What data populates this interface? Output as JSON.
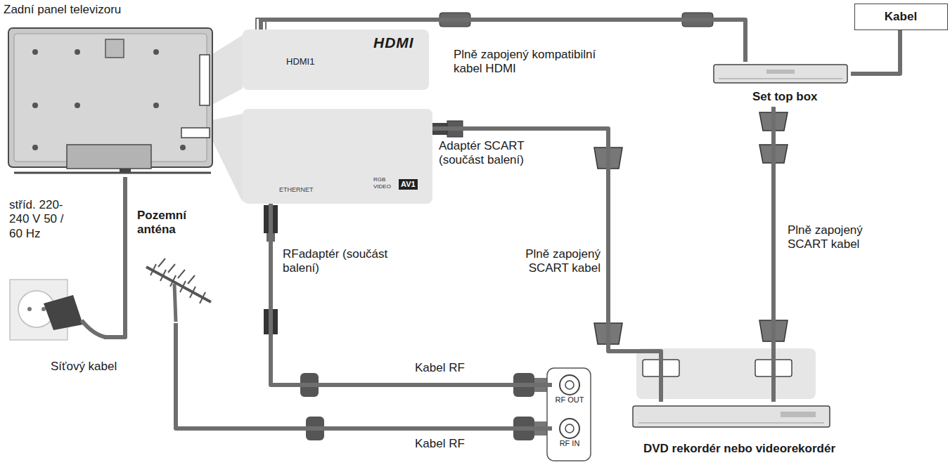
{
  "diagram": {
    "nodes": [
      {
        "text": [
          "Zadní panel televizoru"
        ]
      },
      {
        "text": [
          "HDMI",
          "HDMI1"
        ]
      },
      {
        "text": [
          "ETHERNET",
          "RGB VIDEO",
          "AV1"
        ]
      },
      {
        "text": [
          "Kabel"
        ]
      },
      {
        "text": [
          "Set top box"
        ]
      },
      {
        "text": [
          "stříd. 220-240 V 50 / 60 Hz"
        ]
      },
      {
        "text": [
          "Pozemní anténa"
        ]
      },
      {
        "text": [
          "RF OUT"
        ]
      },
      {
        "text": [
          "RF IN"
        ]
      },
      {
        "text": [
          "DVD rekordér nebo videorekordér"
        ]
      }
    ],
    "edges": [
      {
        "from": 1,
        "to": 4,
        "label": "Plně zapojený kompatibilní kabel HDMI",
        "arrow": "none"
      },
      {
        "from": 3,
        "to": 4,
        "arrow": "none"
      },
      {
        "from": 2,
        "to": 9,
        "label": "Plně zapojený SCART kabel",
        "arrow": "none"
      },
      {
        "from": 4,
        "to": 9,
        "label": "Plně zapojený SCART kabel",
        "arrow": "none"
      },
      {
        "from": 2,
        "to": 7,
        "label": "Kabel RF",
        "arrow": "none"
      },
      {
        "from": 6,
        "to": 8,
        "label": "Kabel RF",
        "arrow": "none"
      },
      {
        "from": 0,
        "to": 5,
        "label": "Síťový kabel",
        "arrow": "none"
      }
    ],
    "labels": [
      "Adaptér SCART (součást balení)",
      "RFadaptér (součást balení)"
    ]
  }
}
